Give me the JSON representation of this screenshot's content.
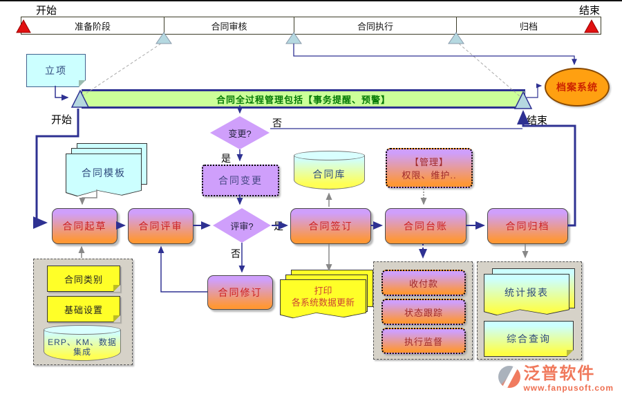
{
  "timeline": {
    "start_label": "开始",
    "end_label": "结束",
    "phases": [
      {
        "label": "准备阶段"
      },
      {
        "label": "合同审核"
      },
      {
        "label": "合同执行"
      },
      {
        "label": "归档"
      }
    ]
  },
  "banner": {
    "text": "合同全过程管理包括【事务提醒、预警】",
    "start_label": "开始",
    "end_label": "结束"
  },
  "decisions": {
    "change": {
      "label": "变更?",
      "yes": "是",
      "no": "否"
    },
    "review": {
      "label": "评审?",
      "yes": "是",
      "no": "否"
    }
  },
  "nodes": {
    "project_initiation": {
      "label": "立项"
    },
    "contract_template": {
      "label": "合同模板"
    },
    "contract_draft": {
      "label": "合同起草"
    },
    "contract_review": {
      "label": "合同评审"
    },
    "contract_change": {
      "label": "合同变更"
    },
    "contract_sign": {
      "label": "合同签订"
    },
    "contract_ledger": {
      "label": "合同台账"
    },
    "contract_archive": {
      "label": "合同归档"
    },
    "contract_revise": {
      "label": "合同修订"
    },
    "contract_repo": {
      "label": "合同库"
    },
    "manage": {
      "line1": "【管理】",
      "line2": "权限、维护.."
    },
    "print_update": {
      "line1": "打印",
      "line2": "各系统数据更新"
    },
    "payment": {
      "label": "收付款"
    },
    "status_tracking": {
      "label": "状态跟踪"
    },
    "exec_supervision": {
      "label": "执行监督"
    },
    "stats_report": {
      "label": "统计报表"
    },
    "comprehensive_query": {
      "label": "综合查询"
    },
    "contract_category": {
      "label": "合同类别"
    },
    "basic_settings": {
      "label": "基础设置"
    },
    "erp_integration": {
      "label": "ERP、KM、数据集成"
    },
    "archive_system": {
      "label": "档案系统"
    }
  },
  "logo": {
    "name": "泛普软件",
    "url": "www.fanpusoft.com"
  },
  "colors": {
    "banner_fill": "#ccff99",
    "banner_text": "#067a06",
    "gradient_top": "#cf9ffb",
    "gradient_bottom": "#ff9735",
    "node_text_red": "#cc2222",
    "navy_line": "#2e3192",
    "panel_bg": "#d6d2c8",
    "note_yellow": "#ffff28",
    "doc_cyan": "#ccffff",
    "archive_orange": "#ffa011",
    "marker_red": "#e01010",
    "phase_triangle": "#b5d8e0",
    "logo_color": "#f0795c"
  }
}
